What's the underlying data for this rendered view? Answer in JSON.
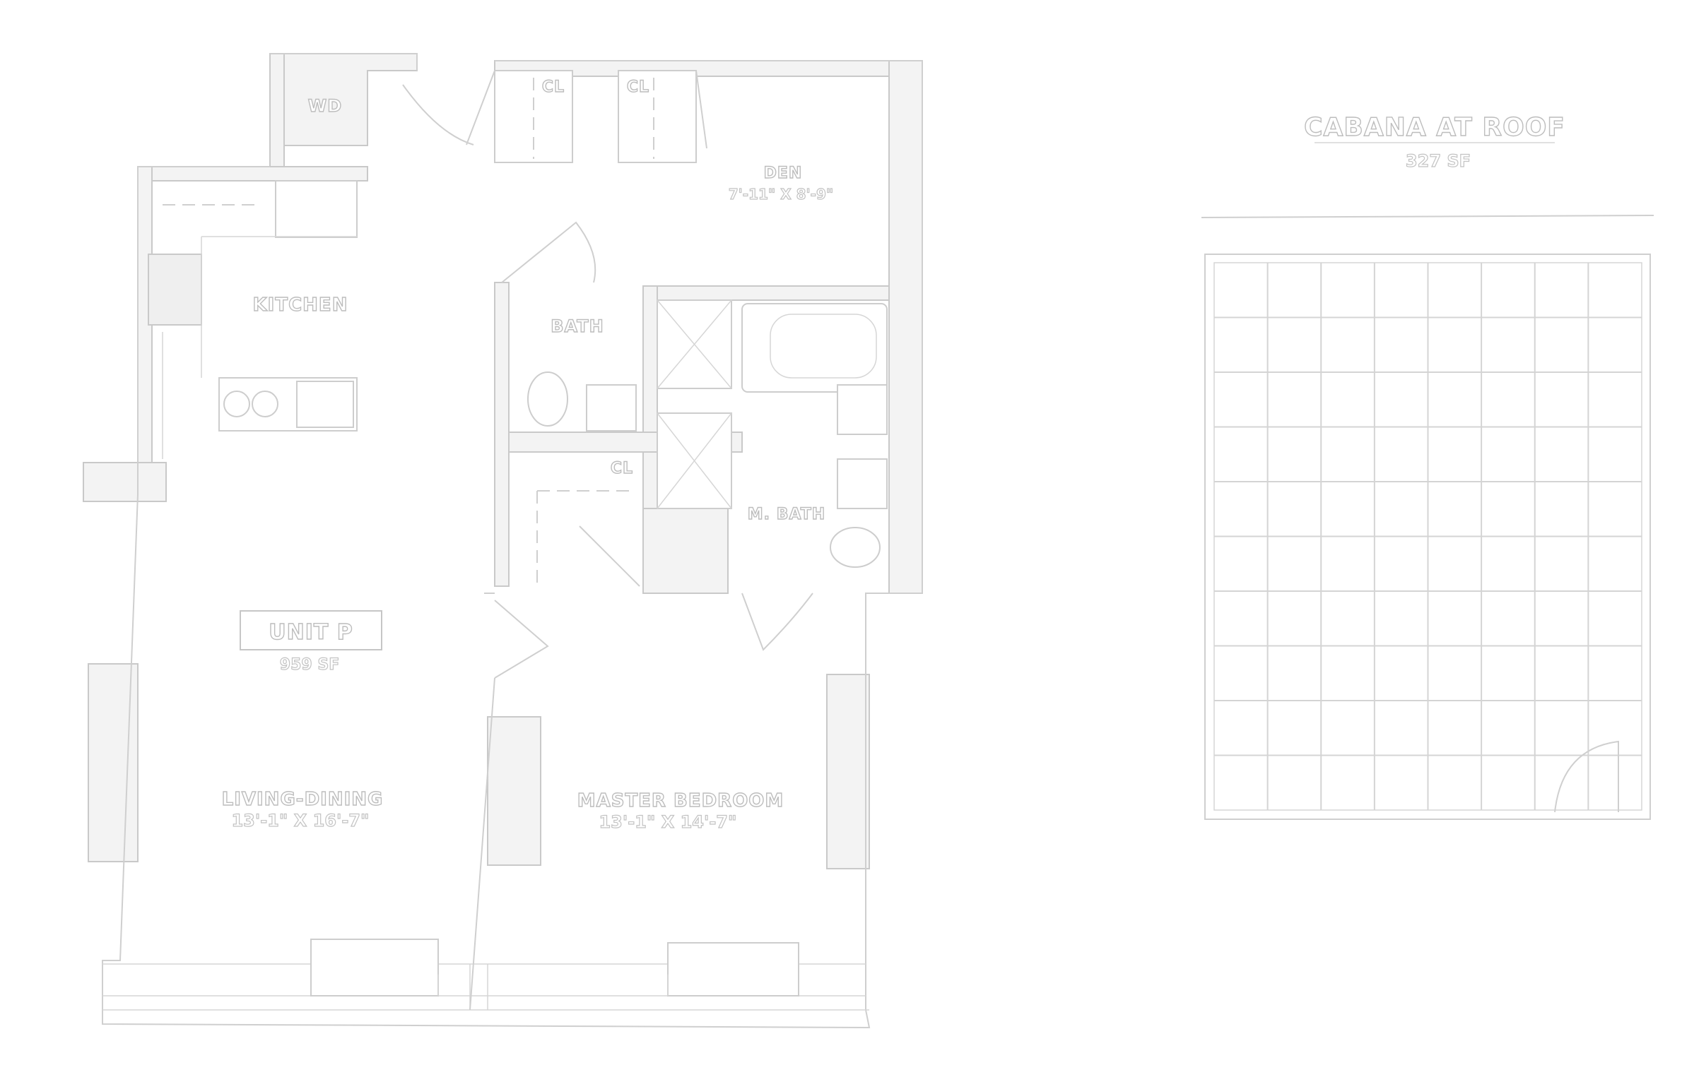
{
  "plan": {
    "unit_name": "UNIT P",
    "unit_area": "959 SF",
    "rooms": {
      "wd": "WD",
      "cl_left": "CL",
      "cl_right": "CL",
      "den_name": "DEN",
      "den_dim": "7'-11\" X 8'-9\"",
      "kitchen": "KITCHEN",
      "bath": "BATH",
      "cl_hall": "CL",
      "m_bath": "M. BATH",
      "living_name": "LIVING-DINING",
      "living_dim": "13'-1\" X 16'-7\"",
      "master_name": "MASTER BEDROOM",
      "master_dim": "13'-1\" X 14'-7\""
    }
  },
  "cabana": {
    "title": "CABANA AT ROOF",
    "area": "327 SF",
    "grid": {
      "columns": 8,
      "rows": 10
    }
  }
}
